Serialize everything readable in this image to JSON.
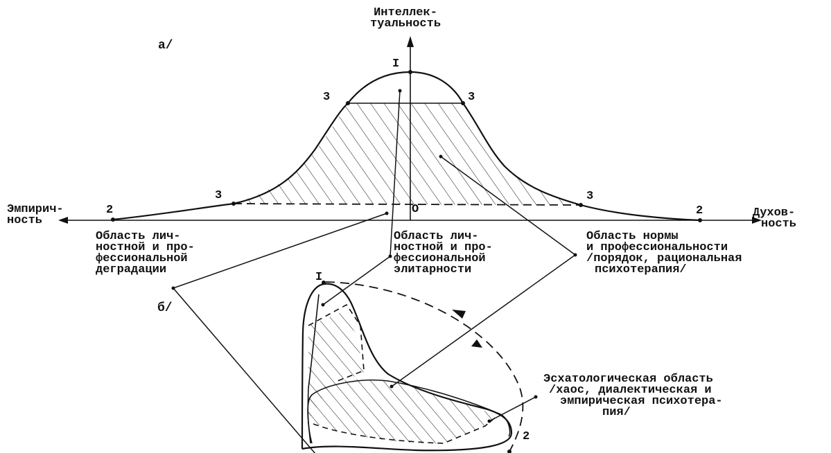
{
  "panel_a": "а/",
  "panel_b": "б/",
  "axis_y": [
    "Интеллек-",
    "туальность"
  ],
  "axis_left": [
    "Эмпирич-",
    "ность"
  ],
  "axis_right": [
    "Духов-",
    "ность"
  ],
  "origin": "О",
  "pt1": "I",
  "pt2": "2",
  "pt3": "3",
  "region_degradation": [
    "Область лич-",
    "ностной и про-",
    "фессиональной",
    "деградации"
  ],
  "region_elite": [
    "Область лич-",
    "ностной и про-",
    "фессиональной",
    "элитарности"
  ],
  "region_norm": [
    "Область нормы",
    "и профессиональности",
    "/порядок, рациональная",
    "психотерапия/"
  ],
  "region_eschatological": [
    "Эсхатологическая область",
    "/хаос, диалектическая и",
    "эмпирическая психотера-",
    "пия/"
  ]
}
